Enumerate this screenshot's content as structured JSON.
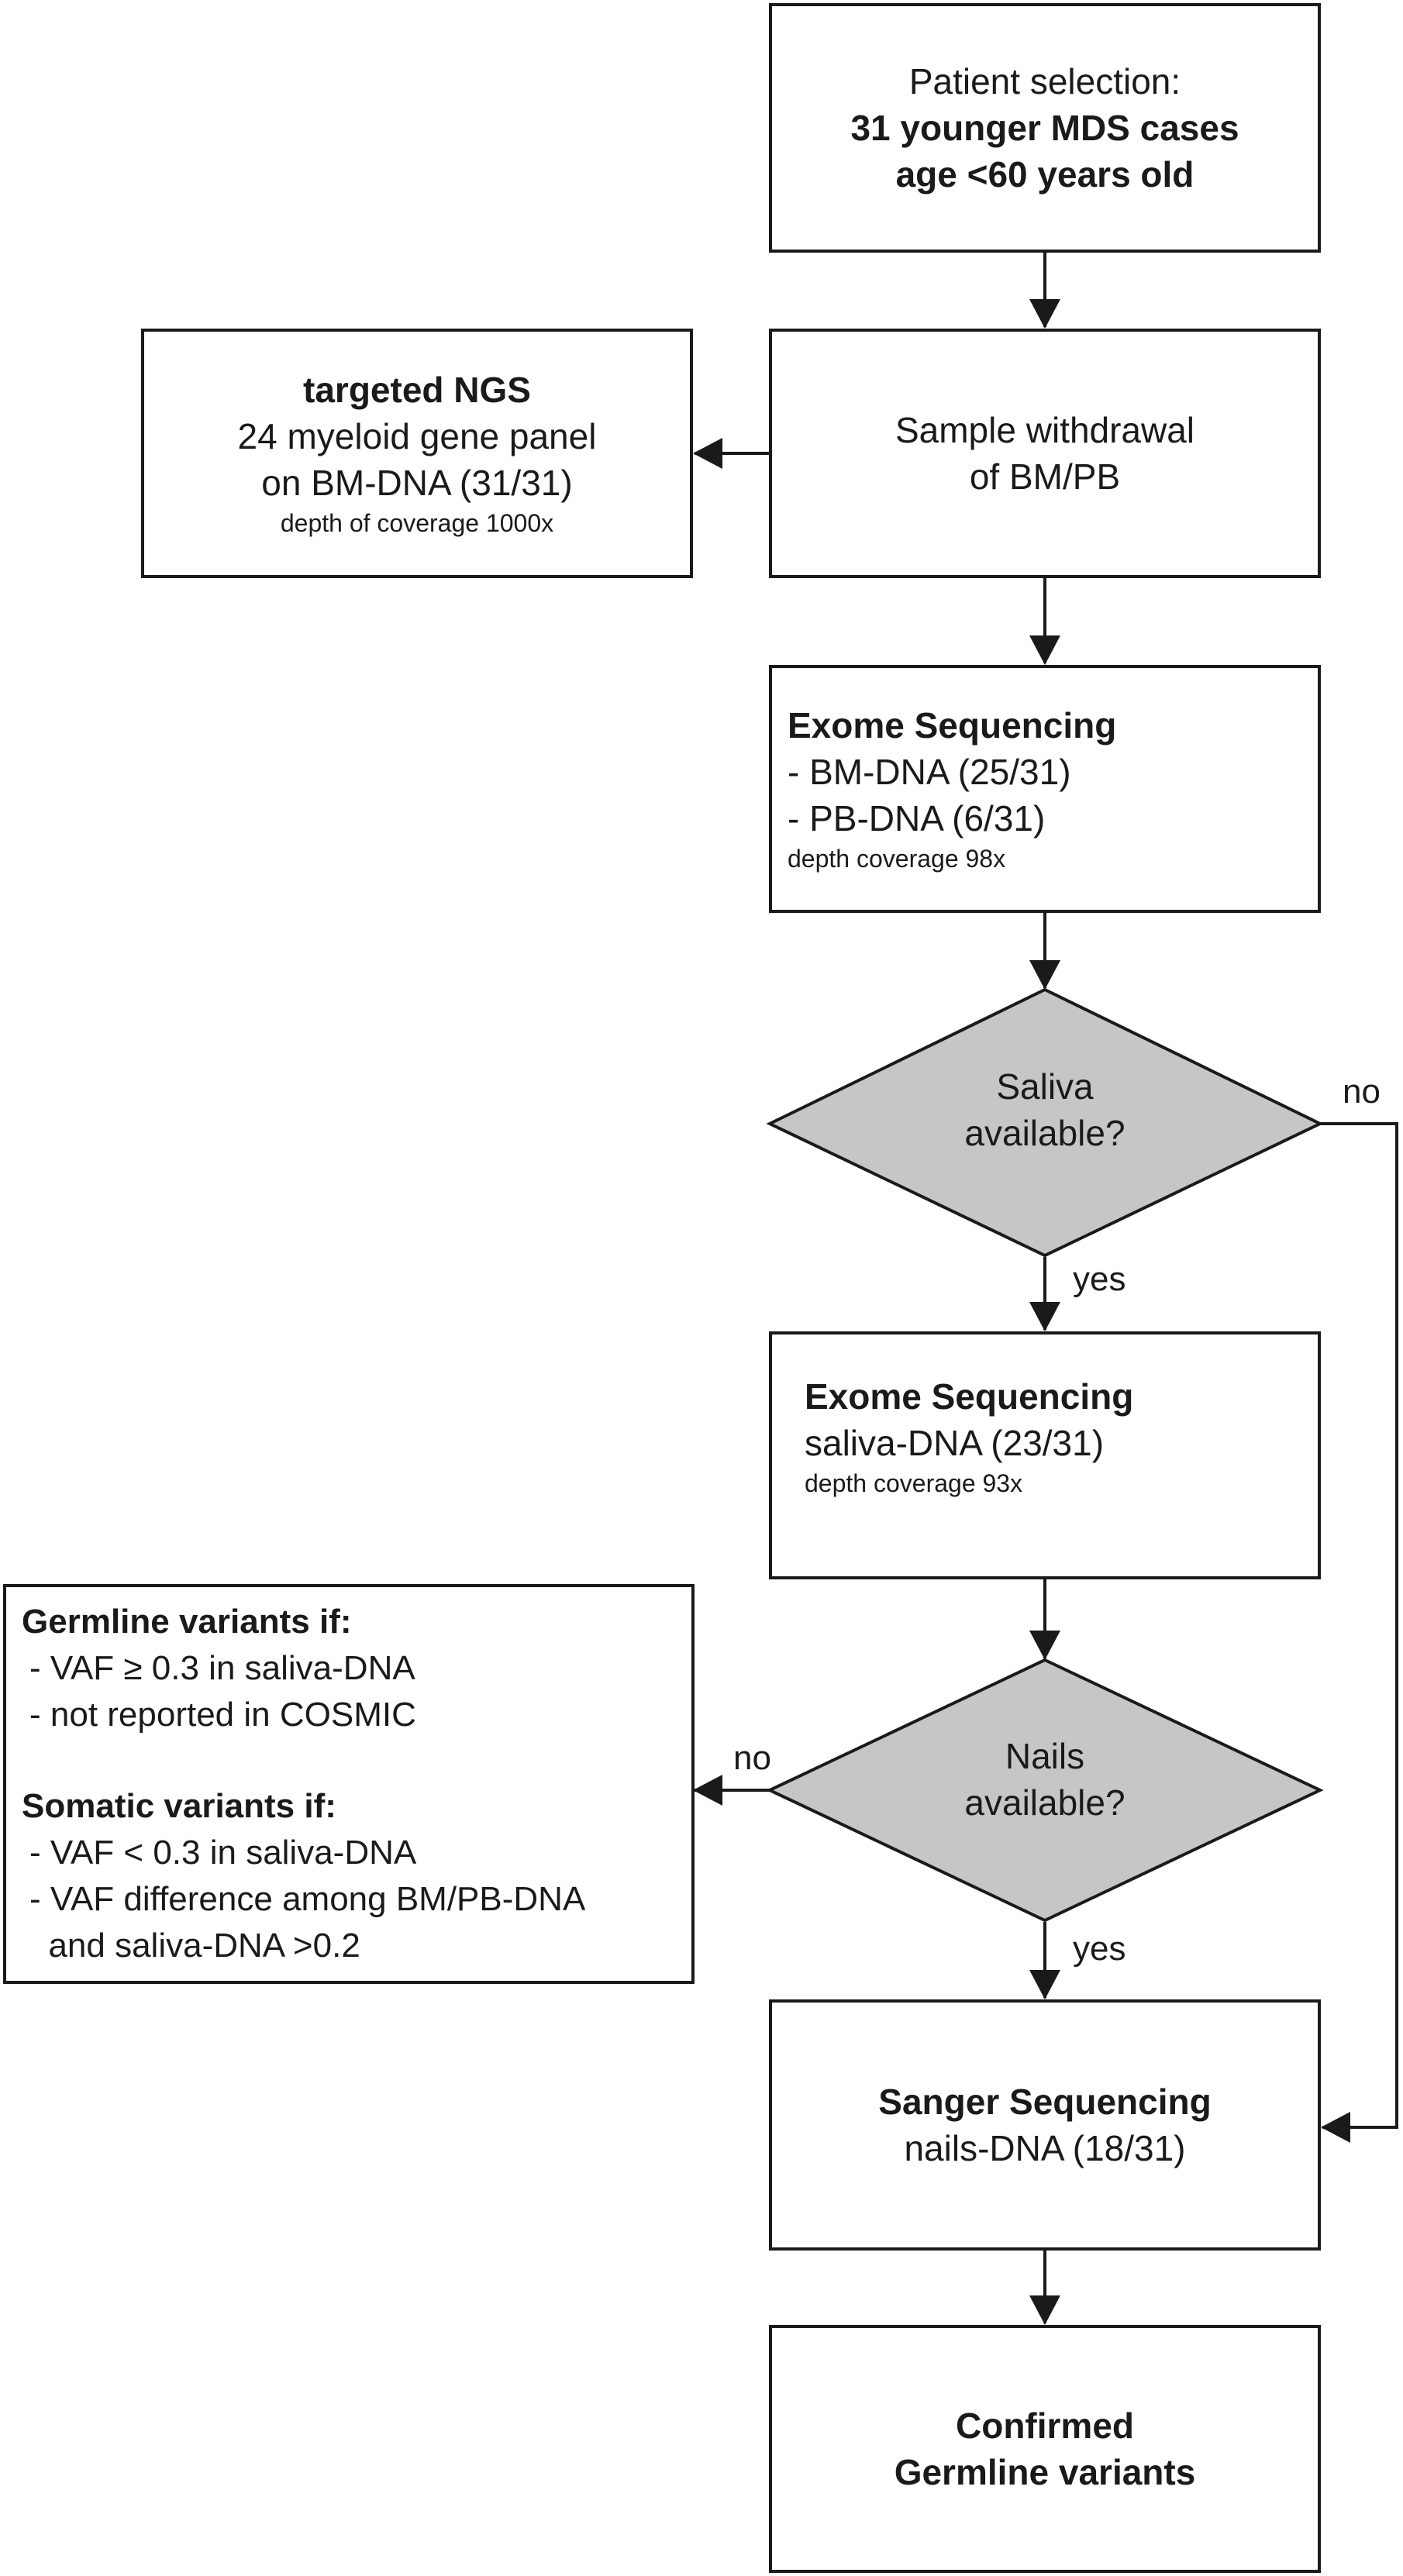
{
  "nodes": {
    "patient_selection": {
      "lines": [
        "Patient selection:",
        "31 younger MDS cases",
        "age <60 years old"
      ]
    },
    "sample_withdrawal": {
      "lines": [
        "Sample withdrawal",
        "of BM/PB"
      ]
    },
    "targeted_ngs": {
      "lines": [
        "targeted NGS",
        "24 myeloid gene panel",
        "on BM-DNA (31/31)",
        "depth of coverage 1000x"
      ]
    },
    "exome_seq_bm_pb": {
      "lines": [
        "Exome Sequencing",
        "- BM-DNA (25/31)",
        "- PB-DNA (6/31)",
        "depth coverage 98x"
      ]
    },
    "saliva_decision": {
      "lines": [
        "Saliva",
        "available?"
      ]
    },
    "exome_seq_saliva": {
      "lines": [
        "Exome Sequencing",
        "saliva-DNA (23/31)",
        "depth coverage 93x"
      ]
    },
    "nails_decision": {
      "lines": [
        "Nails",
        "available?"
      ]
    },
    "variant_criteria": {
      "germline_heading": "Germline variants if:",
      "germline_items": [
        "- VAF ≥ 0.3 in saliva-DNA",
        "- not reported in COSMIC"
      ],
      "somatic_heading": "Somatic variants if:",
      "somatic_items": [
        "- VAF < 0.3 in saliva-DNA",
        "- VAF difference among BM/PB-DNA",
        "  and saliva-DNA >0.2"
      ]
    },
    "sanger_seq": {
      "lines": [
        "Sanger Sequencing",
        "nails-DNA (18/31)"
      ]
    },
    "confirmed": {
      "lines": [
        "Confirmed",
        "Germline variants"
      ]
    }
  },
  "edge_labels": {
    "saliva_no": "no",
    "saliva_yes": "yes",
    "nails_no": "no",
    "nails_yes": "yes"
  },
  "colors": {
    "stroke": "#1a1a1a",
    "diamond_fill": "#c6c6c6",
    "box_fill": "#ffffff"
  }
}
